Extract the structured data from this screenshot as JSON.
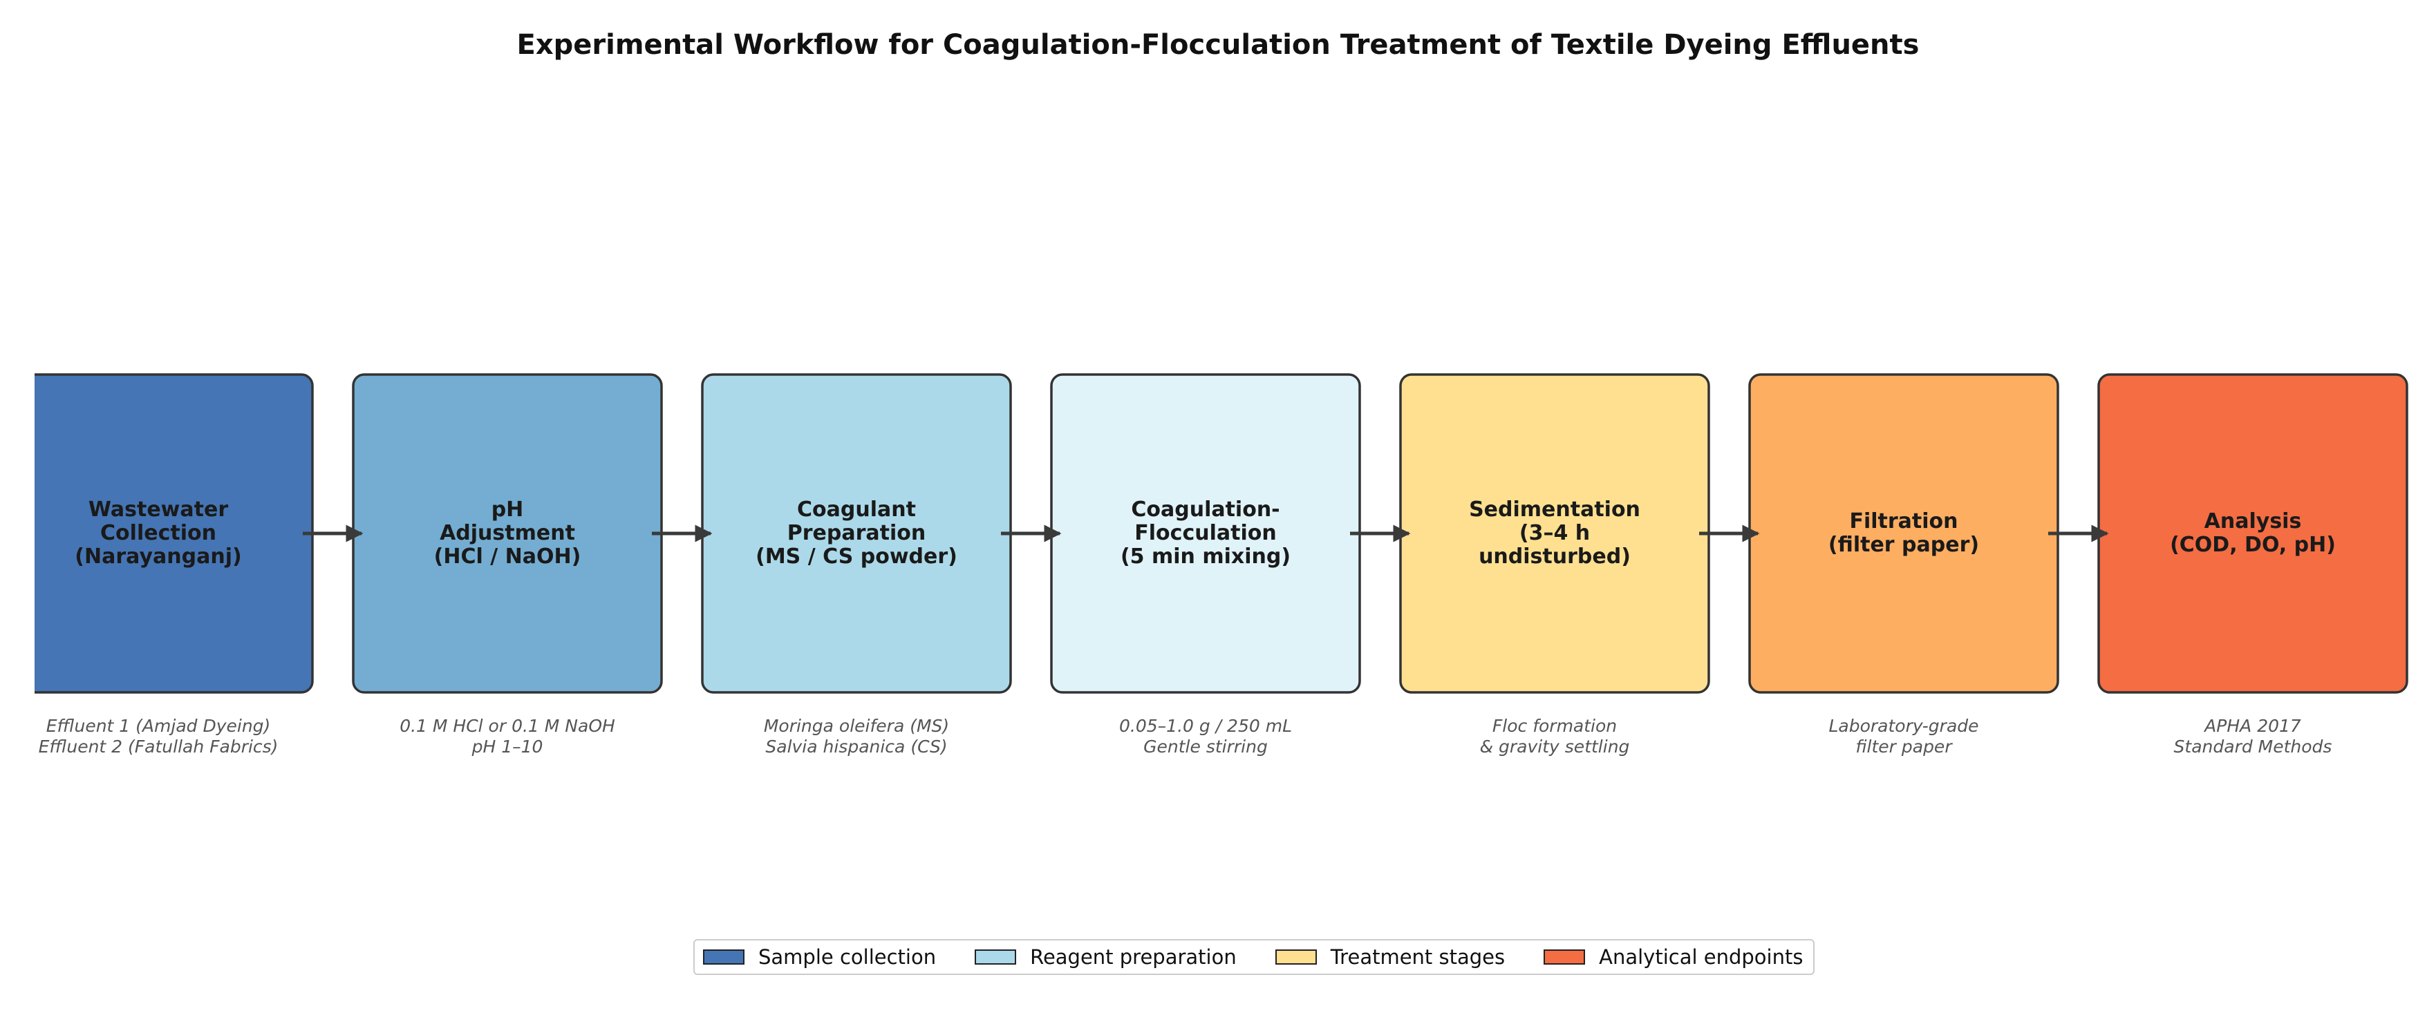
{
  "title": "Experimental Workflow for Coagulation-Flocculation Treatment of Textile Dyeing Effluents",
  "steps": [
    {
      "label": "Wastewater\nCollection\n(Narayanganj)",
      "note": "Effluent 1 (Amjad Dyeing)\nEffluent 2 (Fatullah Fabrics)",
      "color": "#4575b4"
    },
    {
      "label": "pH\nAdjustment\n(HCl / NaOH)",
      "note": "0.1 M HCl or 0.1 M NaOH\npH 1–10",
      "color": "#74add1"
    },
    {
      "label": "Coagulant\nPreparation\n(MS / CS powder)",
      "note": "Moringa oleifera (MS)\nSalvia hispanica (CS)",
      "color": "#abd9e9"
    },
    {
      "label": "Coagulation-\nFlocculation\n(5 min mixing)",
      "note": "0.05–1.0 g / 250 mL\nGentle stirring",
      "color": "#e0f3f8"
    },
    {
      "label": "Sedimentation\n(3–4 h\nundisturbed)",
      "note": "Floc formation\n& gravity settling",
      "color": "#fee090"
    },
    {
      "label": "Filtration\n(filter paper)",
      "note": "Laboratory-grade\nfilter paper",
      "color": "#fdae61"
    },
    {
      "label": "Analysis\n(COD, DO, pH)",
      "note": "APHA 2017\nStandard Methods",
      "color": "#f46d43"
    }
  ],
  "legend": [
    {
      "label": "Sample collection",
      "color": "#4575b4"
    },
    {
      "label": "Reagent preparation",
      "color": "#abd9e9"
    },
    {
      "label": "Treatment stages",
      "color": "#fee090"
    },
    {
      "label": "Analytical endpoints",
      "color": "#f46d43"
    }
  ]
}
